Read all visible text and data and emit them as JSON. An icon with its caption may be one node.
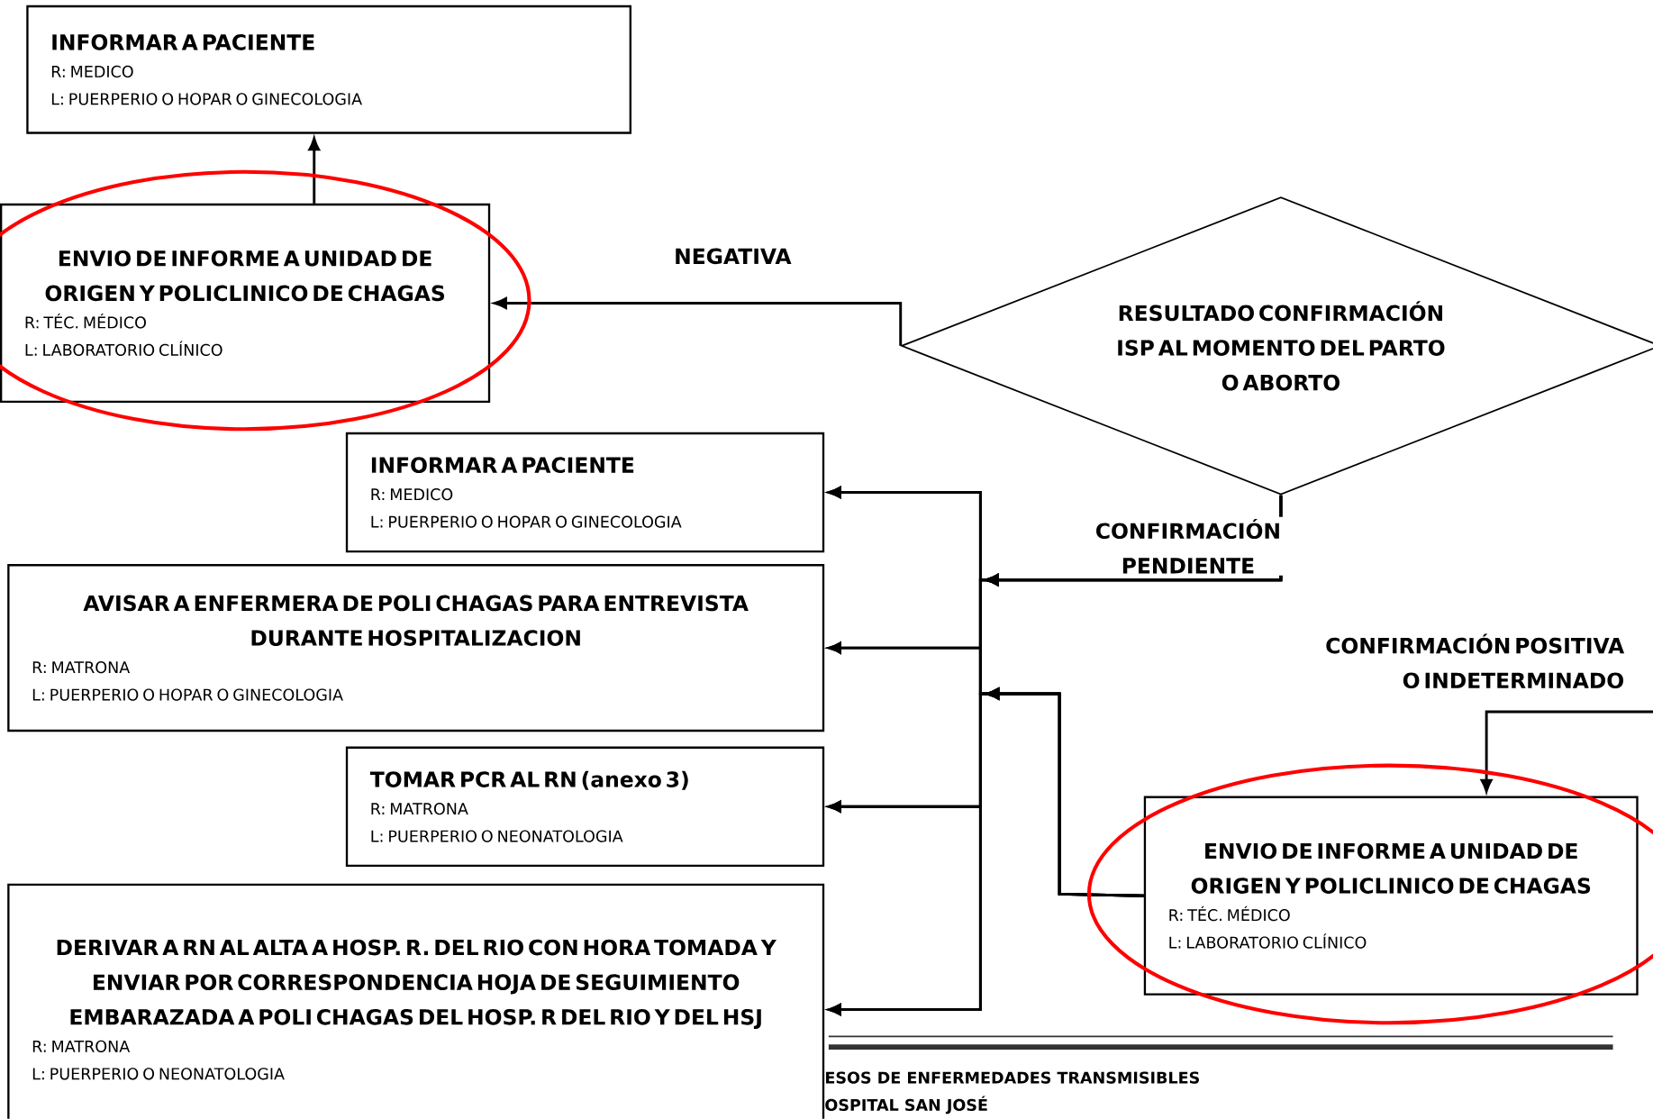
{
  "diagram": {
    "nodes": [
      {
        "text": [
          "INFORMAR A PACIENTE",
          "R: MEDICO",
          "L: PUERPERIO O HOPAR O GINECOLOGIA"
        ]
      },
      {
        "text": [
          "ENVIO DE INFORME A UNIDAD DE ORIGEN Y POLICLINICO DE CHAGAS",
          "R: TÉC. MÉDICO",
          "L: LABORATORIO CLÍNICO"
        ]
      },
      {
        "text": [
          "RESULTADO CONFIRMACIÓN ISP AL MOMENTO DEL PARTO O ABORTO"
        ]
      },
      {
        "text": [
          "INFORMAR A PACIENTE",
          "R: MEDICO",
          "L: PUERPERIO O HOPAR O GINECOLOGIA"
        ]
      },
      {
        "text": [
          "AVISAR A ENFERMERA DE POLI CHAGAS PARA ENTREVISTA DURANTE HOSPITALIZACION",
          "R: MATRONA",
          "L: PUERPERIO O HOPAR O GINECOLOGIA"
        ]
      },
      {
        "text": [
          "TOMAR PCR AL RN (anexo 3)",
          "R: MATRONA",
          "L: PUERPERIO O NEONATOLOGIA"
        ]
      },
      {
        "text": [
          "DERIVAR A RN AL ALTA A HOSP. R. DEL RIO CON HORA TOMADA Y ENVIAR POR CORRESPONDENCIA HOJA DE SEGUIMIENTO EMBARAZADA A POLI CHAGAS DEL HOSP. R DEL RIO Y DEL HSJ",
          "R: MATRONA",
          "L: PUERPERIO O NEONATOLOGIA"
        ]
      },
      {
        "text": [
          "ENVIO DE INFORME A UNIDAD DE ORIGEN Y POLICLINICO DE CHAGAS",
          "R: TÉC. MÉDICO",
          "L: LABORATORIO CLÍNICO"
        ]
      }
    ],
    "edges": [
      {
        "from": 1,
        "to": 0,
        "arrow": "to"
      },
      {
        "from": 2,
        "to": 1,
        "arrow": "to",
        "label": "NEGATIVA"
      },
      {
        "from": 2,
        "to": 3,
        "arrow": "to",
        "label": "CONFIRMACIÓN PENDIENTE"
      },
      {
        "from": 2,
        "to": 4,
        "arrow": "to"
      },
      {
        "from": 2,
        "to": 5,
        "arrow": "to"
      },
      {
        "from": 2,
        "to": 6,
        "arrow": "to"
      },
      {
        "from": 2,
        "to": 7,
        "arrow": "to",
        "label": "CONFIRMACIÓN POSITIVA O INDETERMINADO"
      },
      {
        "from": 7,
        "to": 3,
        "arrow": "to"
      },
      {
        "from": 7,
        "to": 4,
        "arrow": "to"
      },
      {
        "from": 7,
        "to": 5,
        "arrow": "to"
      },
      {
        "from": 7,
        "to": 6,
        "arrow": "to"
      }
    ],
    "labels": [
      "ESOS DE ENFERMEDADES TRANSMISIBLES",
      "OSPITAL SAN JOSÉ"
    ]
  }
}
